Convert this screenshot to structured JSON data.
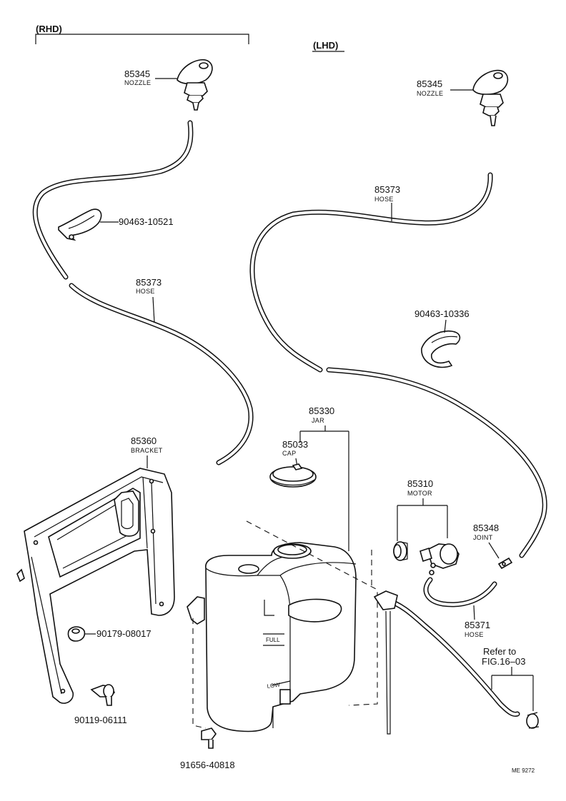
{
  "headers": {
    "rhd": "(RHD)",
    "lhd": "(LHD)"
  },
  "labels": {
    "nozzle_rhd": {
      "number": "85345",
      "name": "NOZZLE"
    },
    "nozzle_lhd": {
      "number": "85345",
      "name": "NOZZLE"
    },
    "clip_rhd": {
      "number": "90463-10521"
    },
    "hose_rhd": {
      "number": "85373",
      "name": "HOSE"
    },
    "hose_lhd": {
      "number": "85373",
      "name": "HOSE"
    },
    "clip_lhd": {
      "number": "90463-10336"
    },
    "jar": {
      "number": "85330",
      "name": "JAR"
    },
    "cap": {
      "number": "85033",
      "name": "CAP"
    },
    "bracket": {
      "number": "85360",
      "name": "BRACKET"
    },
    "motor": {
      "number": "85310",
      "name": "MOTOR"
    },
    "joint": {
      "number": "85348",
      "name": "JOINT"
    },
    "hose_motor": {
      "number": "85371",
      "name": "HOSE"
    },
    "grommet": {
      "number": "90179-08017"
    },
    "bolt_bracket": {
      "number": "90119-06111"
    },
    "bolt_jar": {
      "number": "91656-40818"
    }
  },
  "reference": {
    "line1": "Refer to",
    "line2": "FIG.16–03"
  },
  "jar_marks": {
    "full": "FULL",
    "low": "LOW"
  },
  "footer": {
    "code": "ME 9272"
  }
}
